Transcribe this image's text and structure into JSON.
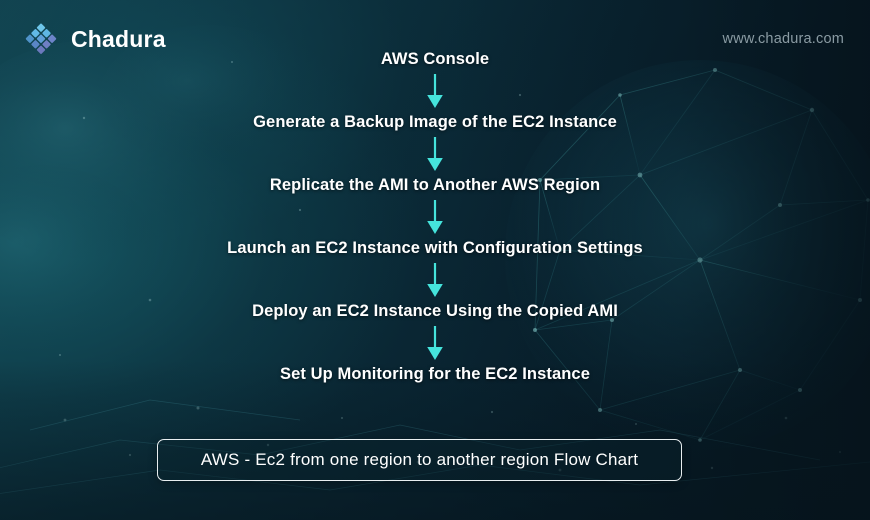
{
  "header": {
    "brand_name": "Chadura",
    "brand_icon": "diamond-grid-logo-icon",
    "site_url": "www.chadura.com"
  },
  "flow": {
    "arrow_icon": "arrow-down-icon",
    "steps": [
      {
        "label": "AWS Console"
      },
      {
        "label": "Generate a Backup Image of the EC2 Instance"
      },
      {
        "label": "Replicate the AMI to Another AWS Region"
      },
      {
        "label": "Launch an EC2 Instance with Configuration Settings"
      },
      {
        "label": "Deploy an EC2 Instance Using the Copied AMI"
      },
      {
        "label": "Set Up Monitoring for the EC2 Instance"
      }
    ]
  },
  "caption": {
    "text": "AWS - Ec2 from one region to another region Flow Chart"
  },
  "colors": {
    "arrow": "#45e4dc",
    "step_text": "#ffffff",
    "url_text": "#8a9ba3",
    "caption_border": "#e8eef0",
    "bg_left": "#12424f",
    "bg_right": "#071922",
    "logo_light": "#64c4e8",
    "logo_dark": "#6f7fc4"
  }
}
